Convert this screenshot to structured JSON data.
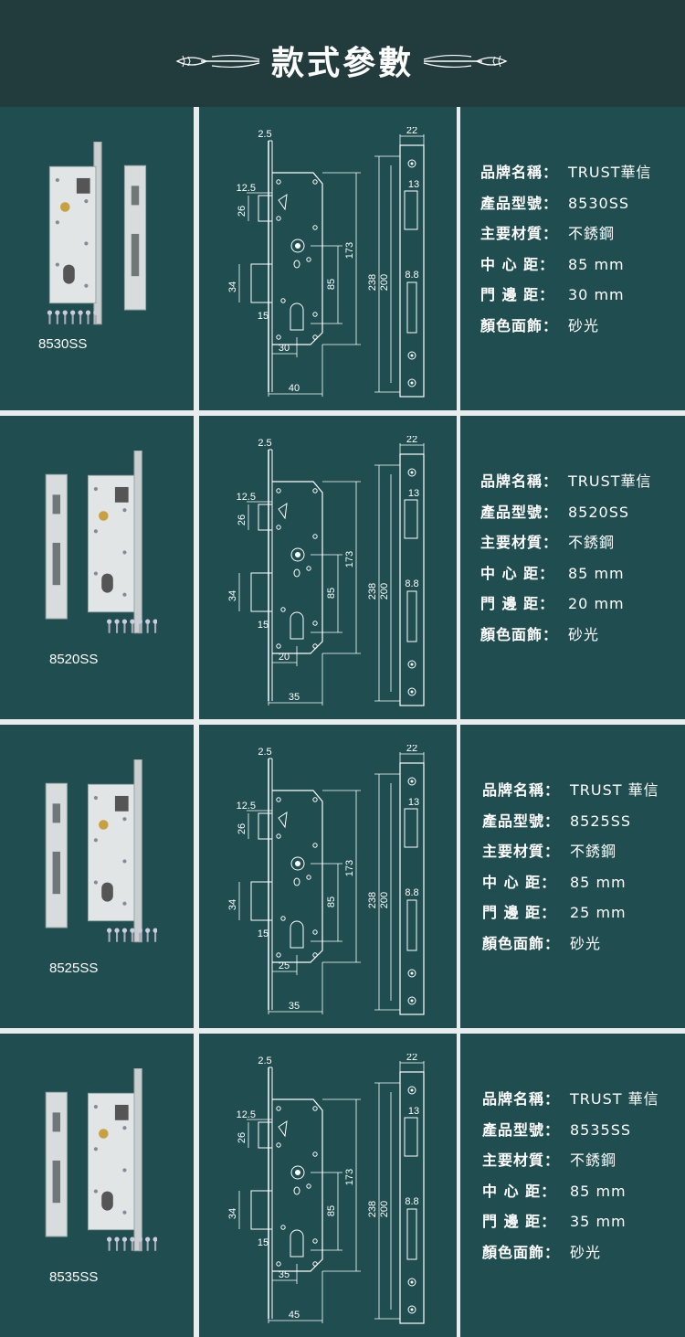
{
  "header": {
    "title": "款式參數"
  },
  "colors": {
    "background": "#1f4d50",
    "header": "#223b3d",
    "divider": "#e9ecec"
  },
  "spec_labels": [
    "品牌名稱：",
    "產品型號：",
    "主要材質：",
    "中 心 距：",
    "門 邊 距：",
    "顏色面飾："
  ],
  "products": [
    {
      "model": "8530SS",
      "specs": [
        "TRUST華信",
        "8530SS",
        "不銹鋼",
        "85 mm",
        "30 mm",
        "砂光"
      ],
      "dims": {
        "faceplate": "2.5",
        "latch_w": "12.5",
        "latch_h": "26",
        "bolt_h": "34",
        "bolt_offset": "15",
        "backset": "30",
        "case_w": "40",
        "center": "85",
        "body": "173",
        "plate_len": "238",
        "hole_dist": "200",
        "strike_w": "22",
        "strike_latch": "13",
        "strike_bolt": "8.8"
      }
    },
    {
      "model": "8520SS",
      "specs": [
        "TRUST華信",
        "8520SS",
        "不銹鋼",
        "85 mm",
        "20 mm",
        "砂光"
      ],
      "dims": {
        "faceplate": "2.5",
        "latch_w": "12.5",
        "latch_h": "26",
        "bolt_h": "34",
        "bolt_offset": "15",
        "backset": "20",
        "case_w": "35",
        "center": "85",
        "body": "173",
        "plate_len": "238",
        "hole_dist": "200",
        "strike_w": "22",
        "strike_latch": "13",
        "strike_bolt": "8.8"
      }
    },
    {
      "model": "8525SS",
      "specs": [
        "TRUST 華信",
        "8525SS",
        "不銹鋼",
        "85 mm",
        "25 mm",
        "砂光"
      ],
      "dims": {
        "faceplate": "2.5",
        "latch_w": "12.5",
        "latch_h": "26",
        "bolt_h": "34",
        "bolt_offset": "15",
        "backset": "25",
        "case_w": "35",
        "center": "85",
        "body": "173",
        "plate_len": "238",
        "hole_dist": "200",
        "strike_w": "22",
        "strike_latch": "13",
        "strike_bolt": "8.8"
      }
    },
    {
      "model": "8535SS",
      "specs": [
        "TRUST 華信",
        "8535SS",
        "不銹鋼",
        "85 mm",
        "35 mm",
        "砂光"
      ],
      "dims": {
        "faceplate": "2.5",
        "latch_w": "12.5",
        "latch_h": "26",
        "bolt_h": "34",
        "bolt_offset": "15",
        "backset": "35",
        "case_w": "45",
        "center": "85",
        "body": "173",
        "plate_len": "238",
        "hole_dist": "200",
        "strike_w": "22",
        "strike_latch": "13",
        "strike_bolt": "8.8"
      }
    }
  ]
}
